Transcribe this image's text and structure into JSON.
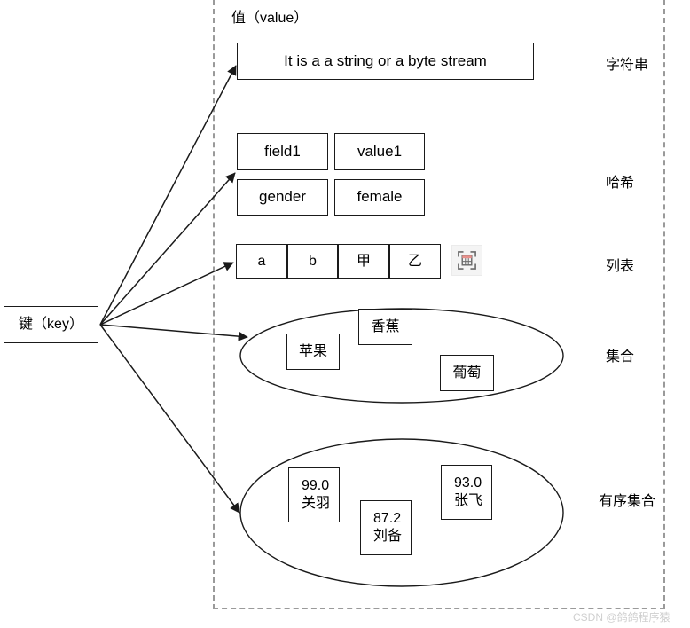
{
  "diagram": {
    "title_value_region": "值（value）",
    "key_node": {
      "label": "键（key）"
    },
    "rows": [
      {
        "type_label": "字符串",
        "kind": "string",
        "items": [
          "It is a a string or a byte stream"
        ]
      },
      {
        "type_label": "哈希",
        "kind": "hash",
        "fields": [
          {
            "field": "field1",
            "value": "value1"
          },
          {
            "field": "gender",
            "value": "female"
          }
        ]
      },
      {
        "type_label": "列表",
        "kind": "list",
        "items": [
          "a",
          "b",
          "甲",
          "乙"
        ]
      },
      {
        "type_label": "集合",
        "kind": "set",
        "items": [
          "苹果",
          "香蕉",
          "葡萄"
        ]
      },
      {
        "type_label": "有序集合",
        "kind": "zset",
        "items": [
          {
            "score": "99.0",
            "member": "关羽"
          },
          {
            "score": "87.2",
            "member": "刘备"
          },
          {
            "score": "93.0",
            "member": "张飞"
          }
        ]
      }
    ],
    "icons": {
      "capture_icon": "table-capture-icon"
    },
    "watermark": "CSDN @鸽鸽程序猿",
    "colors": {
      "stroke": "#1a1a1a",
      "dashed_region": "#9a9a9a",
      "background": "#ffffff",
      "watermark": "#cfcfcf",
      "icon_accent": "#e8918c"
    }
  }
}
